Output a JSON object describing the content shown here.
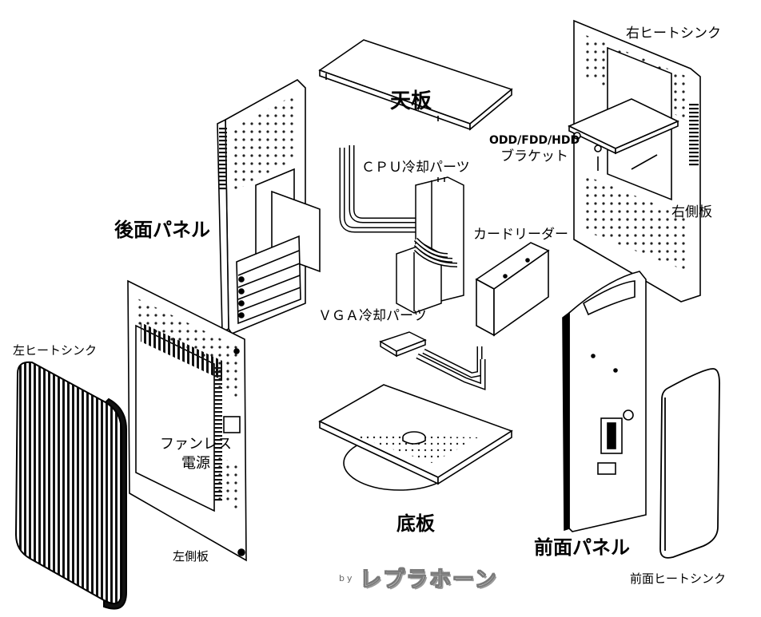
{
  "labels": {
    "top_plate": "天板",
    "right_heatsink": "右ヒートシンク",
    "odd_bracket_line1": "ODD/FDD/HDD",
    "odd_bracket_line2": "ブラケット",
    "cpu_cooling": "ＣＰＵ冷却パーツ",
    "rear_panel": "後面パネル",
    "right_side_plate": "右側板",
    "card_reader": "カードリーダー",
    "vga_cooling": "ＶＧＡ冷却パーツ",
    "left_heatsink": "左ヒートシンク",
    "fanless_psu_line1": "ファンレス",
    "fanless_psu_line2": "電源",
    "bottom_plate": "底板",
    "front_panel": "前面パネル",
    "left_side_plate": "左側板",
    "front_heatsink": "前面ヒートシンク"
  },
  "credit": {
    "by": "by",
    "logo": "レプラホーン"
  }
}
